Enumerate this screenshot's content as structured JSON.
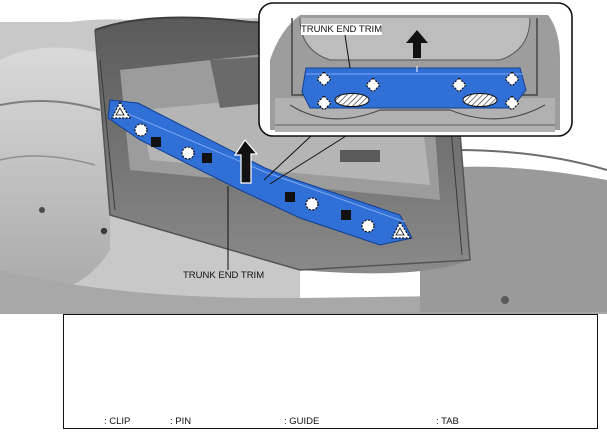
{
  "labels": {
    "inset_trim": "TRUNK END TRIM",
    "main_trim": "TRUNK END TRIM"
  },
  "legend": {
    "clip": ": CLIP",
    "pin": ": PIN",
    "guide": ": GUIDE",
    "tab": ": TAB"
  },
  "colors": {
    "trim_blue": "#2f6fd6",
    "line": "#111111",
    "body_gray": "#bdbdbd"
  }
}
